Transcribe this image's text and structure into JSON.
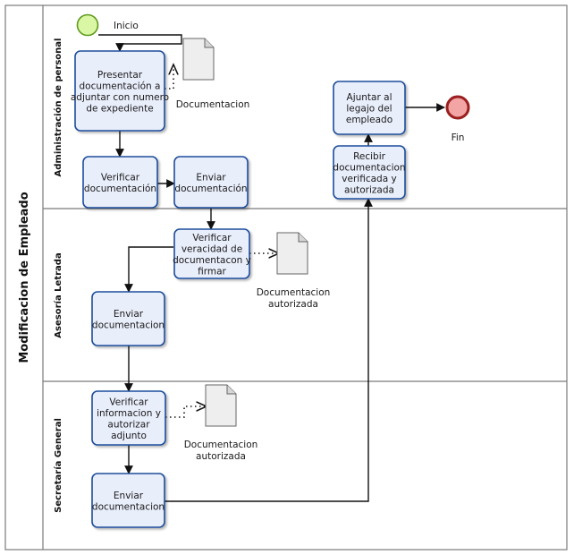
{
  "pool": {
    "title": "Modificacion de Empleado"
  },
  "lanes": [
    {
      "id": "admin",
      "label": "Administración de personal"
    },
    {
      "id": "asesoria",
      "label": "Asesoría Letrada"
    },
    {
      "id": "secretaria",
      "label": "Secretaría General"
    }
  ],
  "events": {
    "start": {
      "label": "Inicio"
    },
    "end": {
      "label": "Fin"
    }
  },
  "tasks": [
    {
      "id": "presentar",
      "lines": [
        "Presentar",
        "documentación a",
        "adjuntar con numero",
        "de expediente"
      ]
    },
    {
      "id": "verificar1",
      "lines": [
        "Verificar",
        "documentación"
      ]
    },
    {
      "id": "enviar1",
      "lines": [
        "Enviar",
        "documentación"
      ]
    },
    {
      "id": "recibir",
      "lines": [
        "Recibir",
        "documentacion",
        "verificada y",
        "autorizada"
      ]
    },
    {
      "id": "ajuntar",
      "lines": [
        "Ajuntar al",
        "legajo del",
        "empleado"
      ]
    },
    {
      "id": "verificar_veracidad",
      "lines": [
        "Verificar",
        "veracidad de",
        "documentacon y",
        "firmar"
      ]
    },
    {
      "id": "enviar2",
      "lines": [
        "Enviar",
        "documentacion"
      ]
    },
    {
      "id": "verificar_info",
      "lines": [
        "Verificar",
        "informacion y",
        "autorizar",
        "adjunto"
      ]
    },
    {
      "id": "enviar3",
      "lines": [
        "Enviar",
        "documentacion"
      ]
    }
  ],
  "data_objects": [
    {
      "id": "doc1",
      "lines": [
        "Documentacion"
      ]
    },
    {
      "id": "doc2",
      "lines": [
        "Documentacion",
        "autorizada"
      ]
    },
    {
      "id": "doc3",
      "lines": [
        "Documentacion",
        "autorizada"
      ]
    }
  ],
  "colors": {
    "task_fill": "#e9eefb",
    "task_stroke": "#1f4e9c",
    "start_fill": "#d9f7a4",
    "start_stroke": "#5e9a1a",
    "end_fill": "#f3a4a4",
    "end_stroke": "#9a1f1f",
    "line": "#111111",
    "lane_border": "#7a7a7a"
  }
}
